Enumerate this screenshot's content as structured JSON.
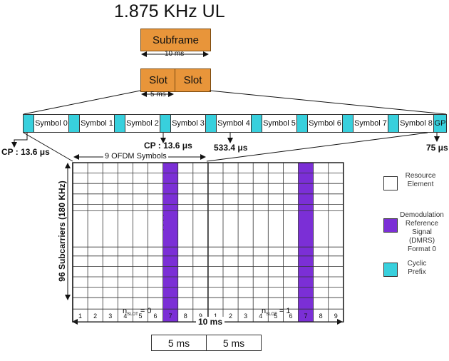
{
  "title": "1.875 KHz UL",
  "subframe": {
    "label": "Subframe",
    "duration": "10 ms"
  },
  "slots": {
    "labels": [
      "Slot",
      "Slot"
    ],
    "duration": "5 ms"
  },
  "symbols": [
    "Symbol 0",
    "Symbol 1",
    "Symbol 2",
    "Symbol 3",
    "Symbol 4",
    "Symbol 5",
    "Symbol 6",
    "Symbol 7",
    "Symbol 8"
  ],
  "gp_label": "GP",
  "annotations": {
    "cp_left": "CP : 13.6 μs",
    "cp_mid": "CP : 13.6 μs",
    "symbol_duration": "533.4 μs",
    "gp_duration": "75 μs",
    "ofdm_symbols": "9 OFDM Symbols",
    "subcarriers": "96 Subcarriers (180 KHz)",
    "grid_duration": "10 ms",
    "dots": "· · · ·"
  },
  "grid": {
    "column_numbers": [
      "1",
      "2",
      "3",
      "4",
      "5",
      "6",
      "7",
      "8",
      "9"
    ],
    "dmrs_column": 7,
    "slot_labels": [
      {
        "n": "n",
        "sub": "SLOT",
        "value": "= 0"
      },
      {
        "n": "n",
        "sub": "SLOT",
        "value": "= 1"
      }
    ]
  },
  "legend": [
    {
      "text": "Resource Element",
      "color": "#ffffff"
    },
    {
      "text": "Demodulation Reference Signal (DMRS) Format 0",
      "color": "#7b2fd6"
    },
    {
      "text": "Cyclic Prefix",
      "color": "#38d0dd"
    }
  ],
  "bottom_boxes": [
    "5 ms",
    "5 ms"
  ],
  "colors": {
    "orange": "#e8953a",
    "cp": "#38d0dd",
    "dmrs": "#7b2fd6"
  }
}
